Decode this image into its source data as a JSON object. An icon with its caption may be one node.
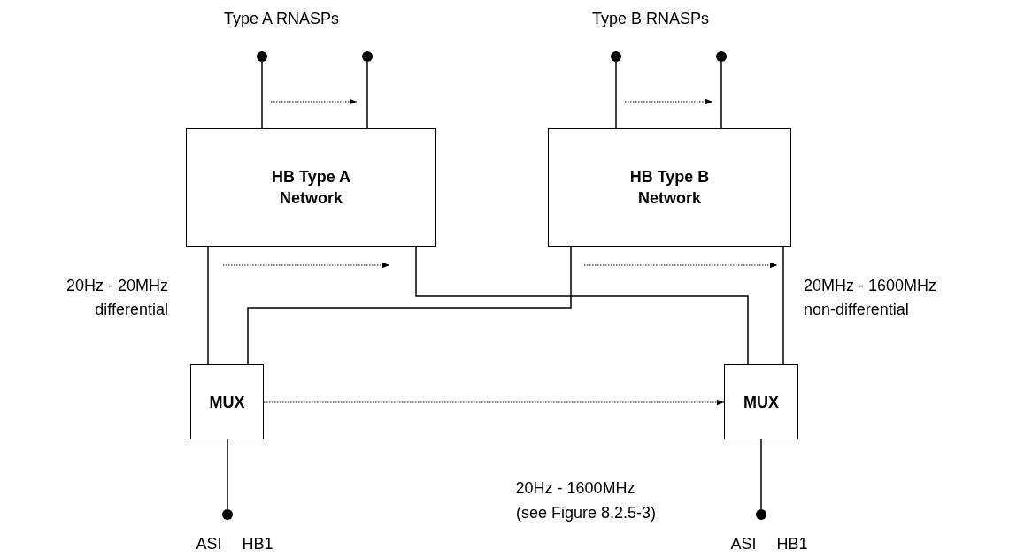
{
  "diagram": {
    "nodes": [
      {
        "text": [
          "HB Type A Network"
        ]
      },
      {
        "text": [
          "HB Type B Network"
        ]
      },
      {
        "text": [
          "MUX"
        ]
      },
      {
        "text": [
          "MUX"
        ]
      },
      {
        "text": [],
        "shape": "circle"
      },
      {
        "text": [],
        "shape": "circle"
      },
      {
        "text": [],
        "shape": "circle"
      },
      {
        "text": [],
        "shape": "circle"
      },
      {
        "text": [],
        "shape": "circle"
      },
      {
        "text": [],
        "shape": "circle"
      }
    ],
    "edges": [
      {
        "from": 4,
        "to": 0,
        "arrow": "none"
      },
      {
        "from": 5,
        "to": 0,
        "arrow": "none"
      },
      {
        "from": 6,
        "to": 1,
        "arrow": "none"
      },
      {
        "from": 7,
        "to": 1,
        "arrow": "none"
      },
      {
        "from": 0,
        "to": 2,
        "arrow": "none"
      },
      {
        "from": 0,
        "to": 3,
        "arrow": "none"
      },
      {
        "from": 1,
        "to": 2,
        "arrow": "none"
      },
      {
        "from": 1,
        "to": 3,
        "arrow": "none"
      },
      {
        "from": 2,
        "to": 8,
        "arrow": "none"
      },
      {
        "from": 3,
        "to": 9,
        "arrow": "none"
      },
      {
        "from": 2,
        "to": 3,
        "arrow": "to",
        "style": "dashed"
      }
    ],
    "labels": [
      "Type A RNASPs",
      "Type B RNASPs",
      "20Hz - 20MHz differential",
      "20MHz - 1600MHz non-differential",
      "20Hz - 1600MHz",
      "(see Figure 8.2.5-3)",
      "ASI",
      "HB1",
      "ASI",
      "HB1"
    ]
  }
}
